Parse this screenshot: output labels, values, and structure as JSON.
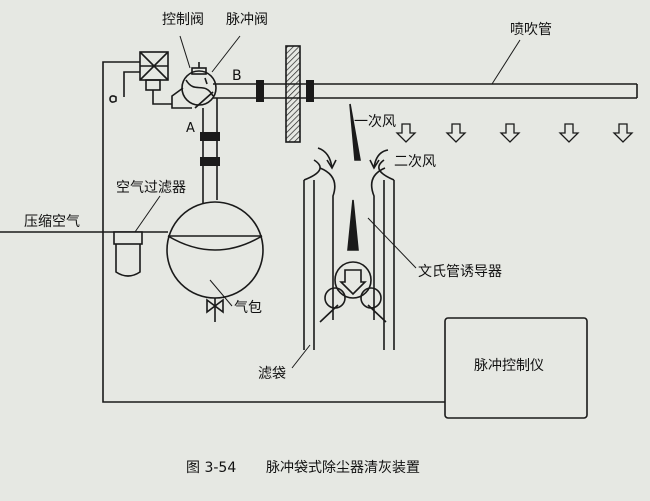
{
  "labels": {
    "control_valve": "控制阀",
    "pulse_valve": "脉冲阀",
    "blow_pipe": "喷吹管",
    "point_b": "B",
    "point_a": "A",
    "primary_air": "一次风",
    "secondary_air": "二次风",
    "air_filter": "空气过滤器",
    "compressed_air": "压缩空气",
    "venturi_inducer": "文氏管诱导器",
    "air_bag": "气包",
    "filter_bag": "滤袋",
    "pulse_controller": "脉冲控制仪"
  },
  "caption": {
    "figure_number": "图 3-54",
    "title": "脉冲袋式除尘器清灰装置"
  },
  "colors": {
    "ink": "#1a1a1a",
    "paper": "#e6e8e3"
  }
}
